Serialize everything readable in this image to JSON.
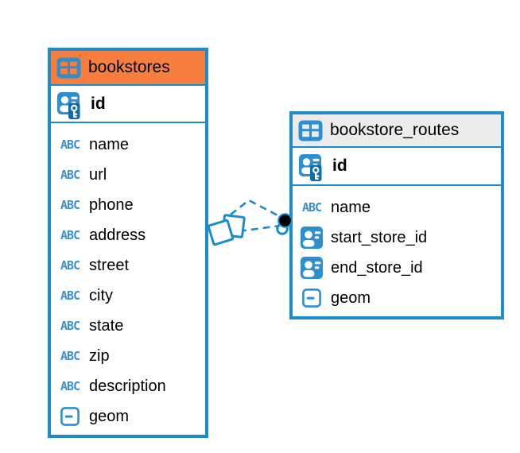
{
  "diagram": {
    "colors": {
      "accent_blue": "#1b8ccd",
      "icon_blue": "#2e8fd0",
      "key_badge_blue": "#0c6cb0",
      "selected_header_orange": "#f67e3e",
      "header_gray": "#ebebeb",
      "text": "#000000"
    },
    "icon_labels": {
      "text_type": "ABC"
    },
    "tables": [
      {
        "name": "bookstores",
        "selected": true,
        "primary_key": {
          "name": "id"
        },
        "columns": [
          {
            "name": "name",
            "type": "text"
          },
          {
            "name": "url",
            "type": "text"
          },
          {
            "name": "phone",
            "type": "text"
          },
          {
            "name": "address",
            "type": "text"
          },
          {
            "name": "street",
            "type": "text"
          },
          {
            "name": "city",
            "type": "text"
          },
          {
            "name": "state",
            "type": "text"
          },
          {
            "name": "zip",
            "type": "text"
          },
          {
            "name": "description",
            "type": "text"
          },
          {
            "name": "geom",
            "type": "geometry"
          }
        ]
      },
      {
        "name": "bookstore_routes",
        "selected": false,
        "primary_key": {
          "name": "id"
        },
        "columns": [
          {
            "name": "name",
            "type": "text"
          },
          {
            "name": "start_store_id",
            "type": "reference"
          },
          {
            "name": "end_store_id",
            "type": "reference"
          },
          {
            "name": "geom",
            "type": "geometry"
          }
        ]
      }
    ],
    "relations": [
      {
        "from": "bookstore_routes",
        "to": "bookstores",
        "style": "dashed"
      },
      {
        "from": "bookstore_routes",
        "to": "bookstores",
        "style": "dashed"
      }
    ]
  }
}
